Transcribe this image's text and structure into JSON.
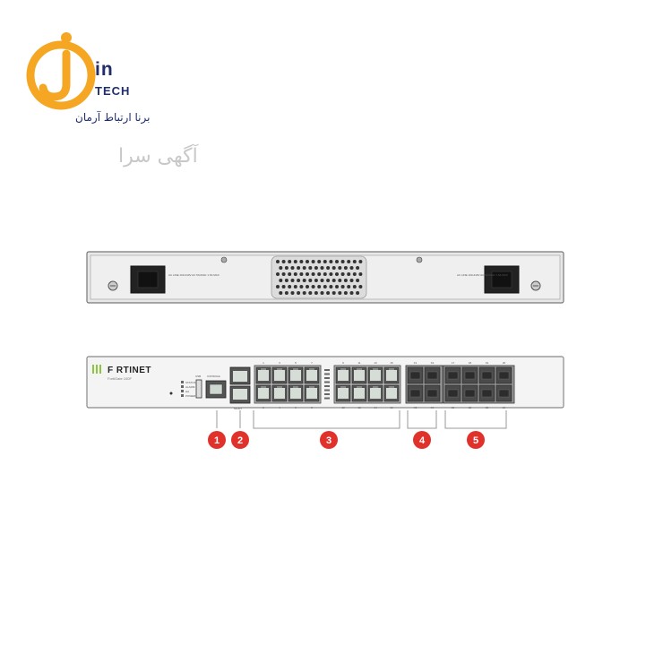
{
  "brand": {
    "logo_letters": "in",
    "logo_sub": "TECH",
    "logo_tagline": "برنا ارتباط آرمان",
    "watermark": "آگهی سرا",
    "accent": "#f5a623",
    "navy": "#1f2d6b"
  },
  "rear_panel": {
    "left_power_label": "AC LINE 100-240V AC 50-60Hz 1.5A MAX",
    "right_power_label": "AC LINE 100-240V AC 50-60Hz 1.5A MAX"
  },
  "front_panel": {
    "brand_name": "F RTINET",
    "model_name": "FortiGate 100F",
    "led_labels": [
      "STATUS",
      "ALARM",
      "HA",
      "POWER"
    ],
    "usb_label": "USB",
    "console_label": "CONSOLE",
    "mgmt_label": "MGMT",
    "port_top_numbers": [
      "1",
      "3",
      "5",
      "7",
      "9",
      "11",
      "13",
      "15"
    ],
    "port_bottom_numbers": [
      "2",
      "4",
      "6",
      "8",
      "10",
      "12",
      "14",
      "16"
    ],
    "sfp_group4_top": [
      "X1",
      "X2"
    ],
    "sfp_group4_bottom": [
      "X3",
      "X4"
    ],
    "sfp_group5_top": [
      "17",
      "18",
      "19",
      "20"
    ],
    "sfp_group5_bottom": [
      "21",
      "22",
      "23",
      "24"
    ]
  },
  "callouts": [
    "1",
    "2",
    "3",
    "4",
    "5"
  ],
  "callout_color": "#e0312b"
}
